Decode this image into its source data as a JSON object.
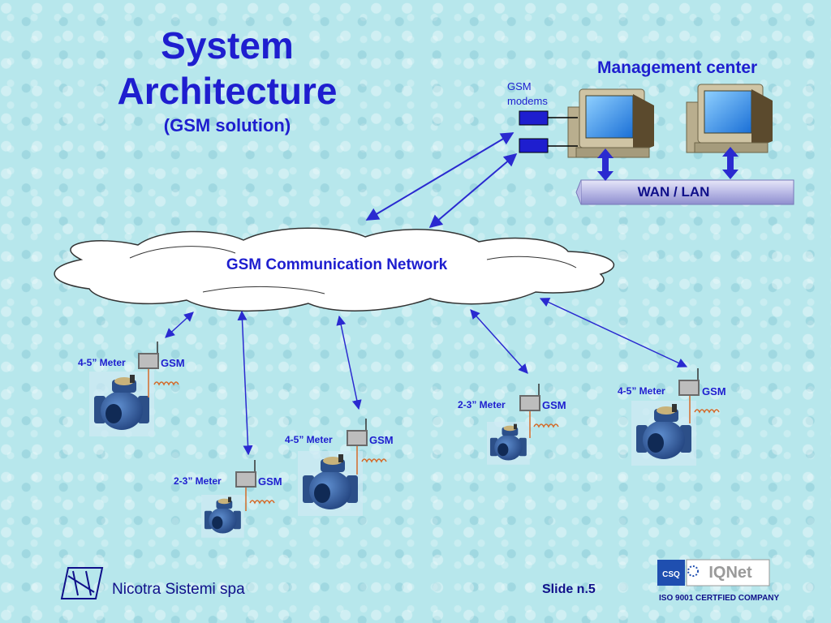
{
  "title": {
    "main_line1": "System",
    "main_line2": "Architecture",
    "subtitle": "(GSM solution)"
  },
  "management": {
    "label": "Management center",
    "modems_line1": "GSM",
    "modems_line2": "modems",
    "wan_label": "WAN / LAN"
  },
  "cloud": {
    "label": "GSM Communication Network"
  },
  "meters": [
    {
      "size": "4-5” Meter",
      "gsm": "GSM"
    },
    {
      "size": "2-3” Meter",
      "gsm": "GSM"
    },
    {
      "size": "4-5” Meter",
      "gsm": "GSM"
    },
    {
      "size": "2-3” Meter",
      "gsm": "GSM"
    },
    {
      "size": "4-5” Meter",
      "gsm": "GSM"
    }
  ],
  "footer": {
    "company": "Nicotra Sistemi spa",
    "slide": "Slide n.5",
    "iso": "ISO 9001 CERTFIED COMPANY"
  },
  "colors": {
    "text_blue": "#1e1ecf",
    "arrow_blue": "#2a2ad0",
    "meter_blue": "#2f5f9e",
    "background": "#b7e7ec"
  }
}
